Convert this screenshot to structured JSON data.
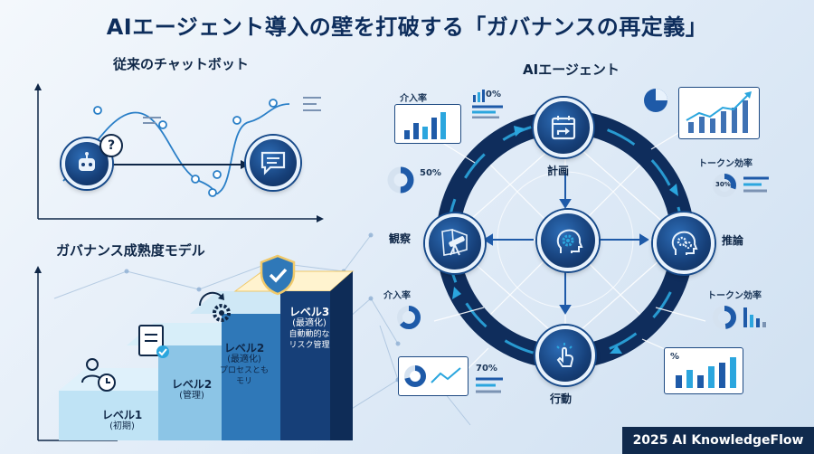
{
  "title": "AIエージェント導入の壁を打破する「ガバナンスの再定義」",
  "left": {
    "chatbot_title": "従来のチャットボット",
    "maturity_title": "ガバナンス成熟度モデル",
    "steps": [
      {
        "label": "レベル1",
        "sub": "(初期)"
      },
      {
        "label": "レベル2",
        "sub": "(管理)"
      },
      {
        "label": "レベル2",
        "sub": "(最適化)",
        "desc": "プロセスとも\nモリ"
      },
      {
        "label": "レベル3",
        "sub": "(最適化)",
        "desc": "自動動的な\nリスク管理"
      }
    ]
  },
  "right": {
    "agent_title": "AIエージェント",
    "nodes": {
      "plan": "計画",
      "reason": "推論",
      "act": "行動",
      "observe": "観察"
    },
    "metrics": {
      "intervention_top": "介入率",
      "percent_0": "0%",
      "percent_50": "50%",
      "token_top": "トークン効率",
      "percent_30": "30%",
      "intervention_mid": "介入率",
      "token_mid": "トークン効率",
      "percent_70": "70%",
      "percent_sign": "%"
    }
  },
  "footer": "2025 AI KnowledgeFlow",
  "colors": {
    "navy": "#0e2c57",
    "blue": "#1e5aa8",
    "cyan": "#2ba6de",
    "teal": "#3fb5c9"
  },
  "icons": [
    "robot-icon",
    "question-icon",
    "chat-bubble-icon",
    "calendar-arrow-icon",
    "gears-head-icon",
    "cursor-click-icon",
    "telescope-icon",
    "brain-gear-icon",
    "shield-check-icon",
    "clipboard-check-icon",
    "person-clock-icon",
    "gear-refresh-icon",
    "bar-chart-icon",
    "line-chart-icon",
    "donut-chart-icon",
    "pie-chart-icon"
  ]
}
